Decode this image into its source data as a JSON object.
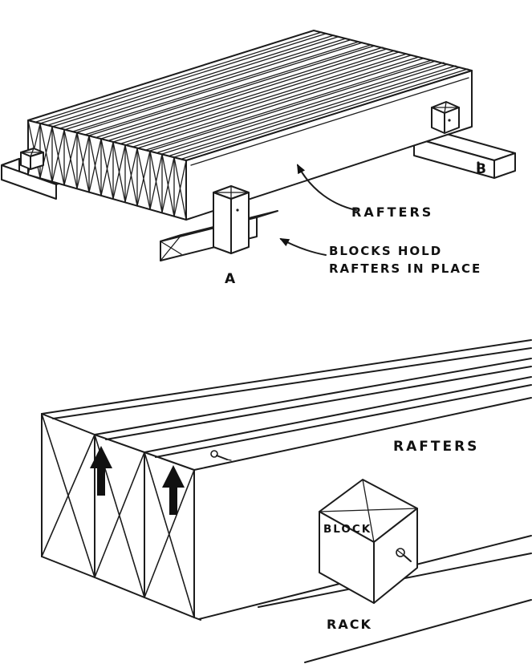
{
  "page": {
    "background_color": "#ffffff",
    "ink_color": "#1c1c1c"
  },
  "top_diagram": {
    "rafters_label": "RAFTERS",
    "blocks_note_line1": "BLOCKS HOLD",
    "blocks_note_line2": "RAFTERS IN PLACE",
    "marker_a": "A",
    "marker_b": "B"
  },
  "bottom_diagram": {
    "rafters_label": "RAFTERS",
    "block_label": "BLOCK",
    "rack_label": "RACK"
  }
}
